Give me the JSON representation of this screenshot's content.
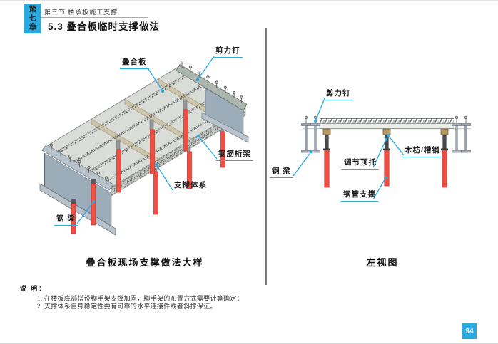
{
  "page": {
    "chapter_tab": "第七章",
    "section_header": "第五节 楼承板施工支撑",
    "title": "5.3 叠合板临时支撑做法",
    "page_number": "94"
  },
  "left_figure": {
    "caption": "叠合板现场支撑做法大样",
    "labels": {
      "composite_slab": "叠合板",
      "shear_stud": "剪力钉",
      "rebar_truss": "钢筋桁架",
      "support_system": "支撑体系",
      "steel_beam": "钢 梁"
    }
  },
  "right_figure": {
    "caption": "左视图",
    "labels": {
      "shear_stud": "剪力钉",
      "timber_channel": "木枋/槽钢",
      "steel_beam": "钢 梁",
      "adjustable_jack": "调节顶托",
      "steel_pipe_prop": "钢管支撑"
    }
  },
  "notes": {
    "heading": "说 明：",
    "items": [
      "1. 在楼板底部搭设脚手架支撑加固，脚手架的布置方式需要计算确定；",
      "2. 支撑体系自身稳定性要有可靠的水平连接件或者斜撑保证。"
    ]
  },
  "colors": {
    "accent": "#29ABE2",
    "prop_red": "#F05043",
    "steel": "#9DACB9",
    "wood": "#C9BEA2",
    "concrete": "#DADCD8"
  }
}
